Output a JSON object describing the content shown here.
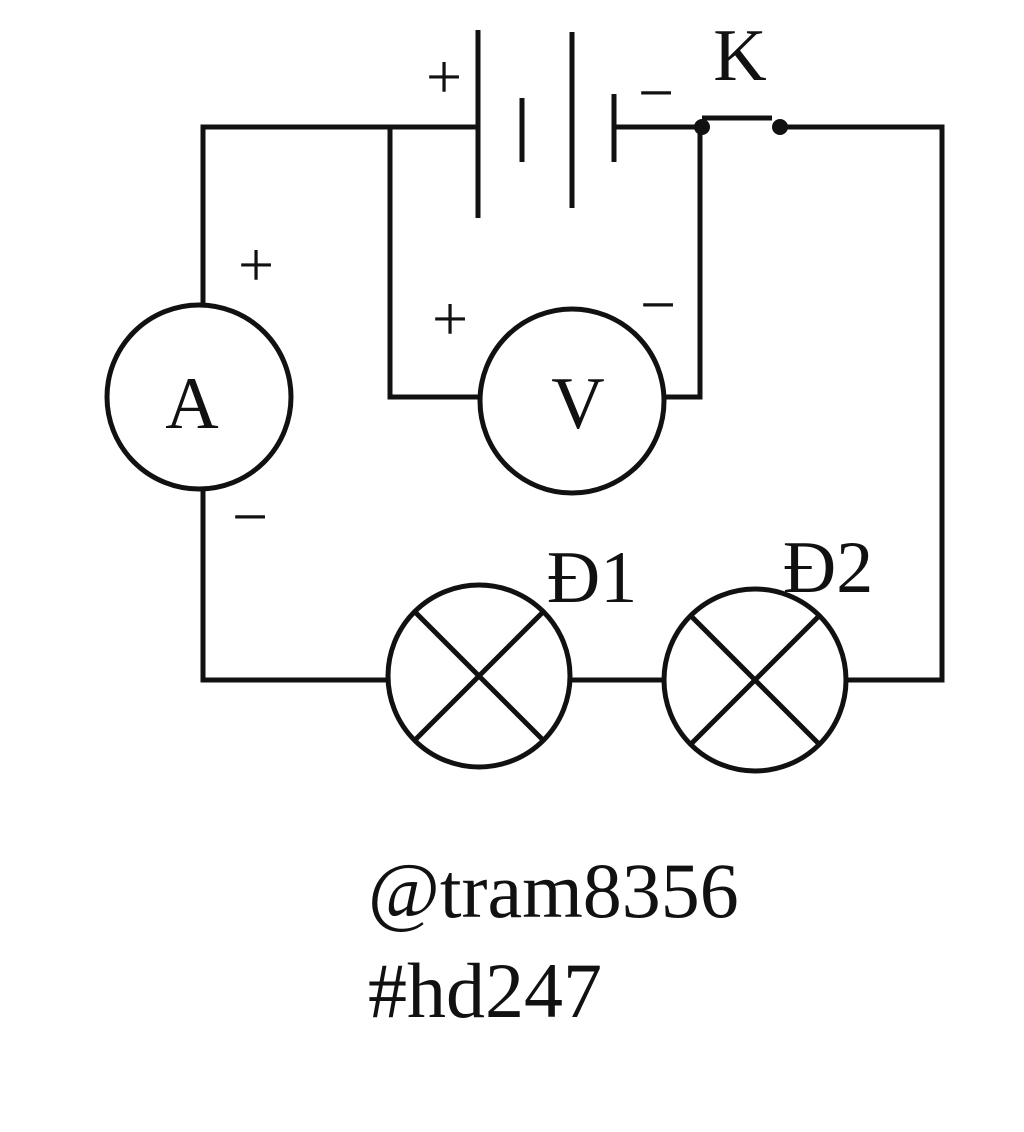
{
  "labels": {
    "switch": "K",
    "ammeter": "A",
    "voltmeter": "V",
    "lamp1": "Đ1",
    "lamp2": "Đ2",
    "plus": "+",
    "minus": "−"
  },
  "caption": {
    "line1": "@tram8356",
    "line2": "#hd247"
  }
}
